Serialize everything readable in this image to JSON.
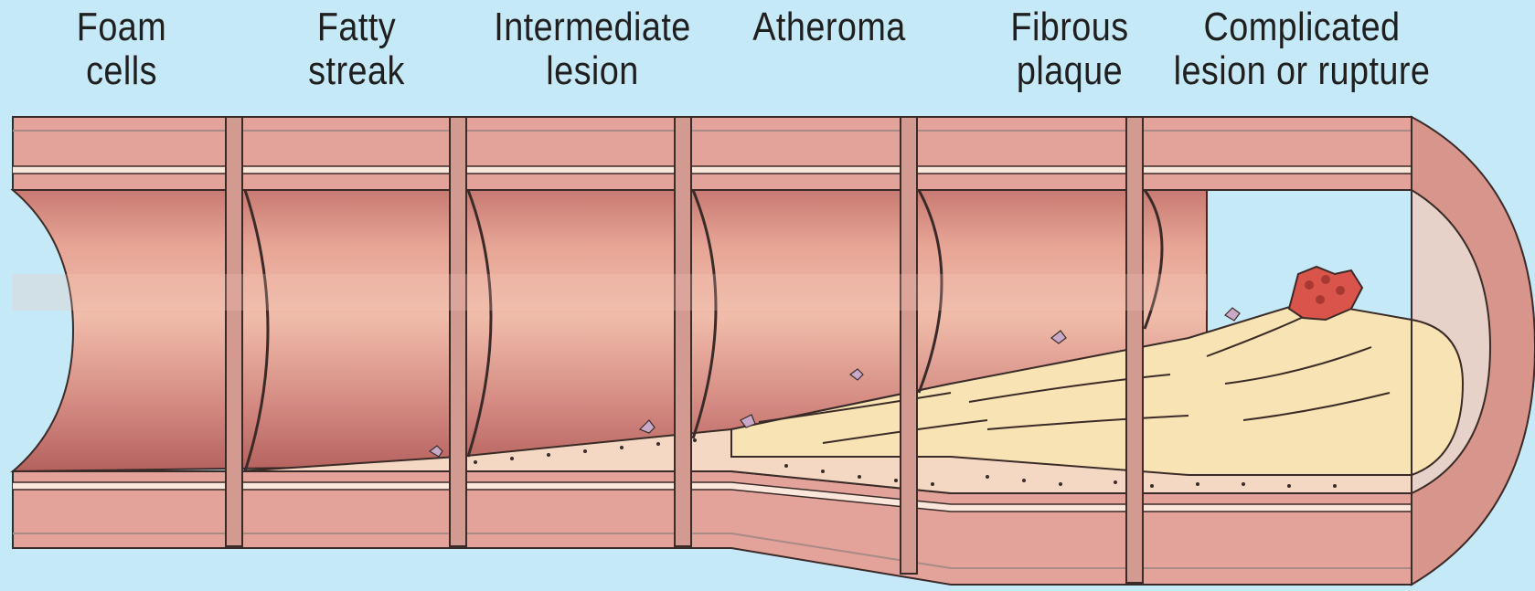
{
  "stages": [
    {
      "line1": "Foam",
      "line2": "cells"
    },
    {
      "line1": "Fatty",
      "line2": "streak"
    },
    {
      "line1": "Intermediate",
      "line2": "lesion"
    },
    {
      "line1": "Atheroma",
      "line2": ""
    },
    {
      "line1": "Fibrous",
      "line2": "plaque"
    },
    {
      "line1": "Complicated",
      "line2": "lesion or rupture"
    }
  ],
  "colors": {
    "background": "#c6e9f7",
    "wall": "#e3a39a",
    "lumen_light": "#efb8aa",
    "lumen_dark": "#b96b67",
    "lipid_core": "#f7e3b3",
    "plaque_base": "#f5d8c4",
    "thrombus": "#d9544a",
    "foam_cells": "#c9a9c8"
  }
}
